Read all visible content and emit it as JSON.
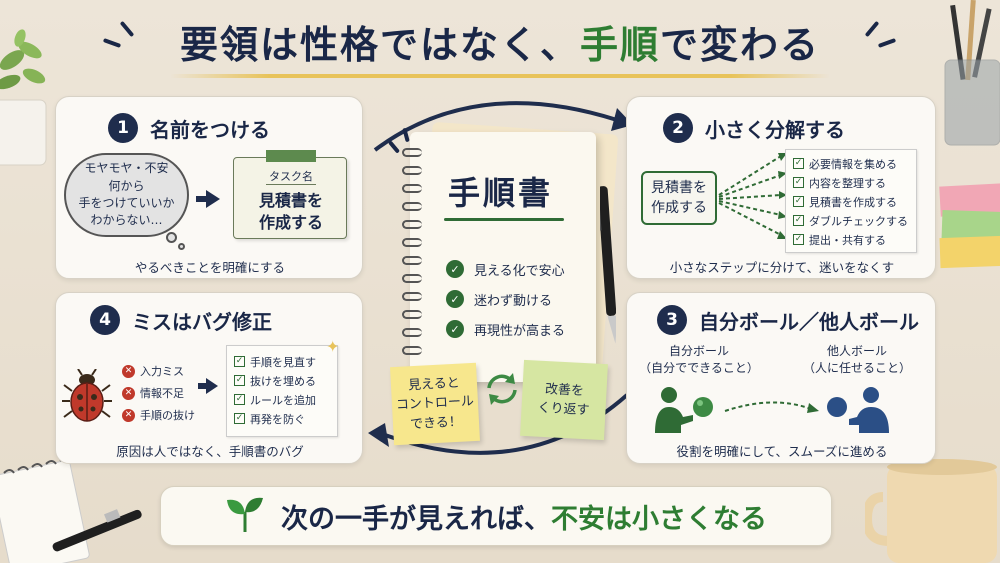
{
  "title": {
    "part1": "要領は性格ではなく、",
    "accent": "手順",
    "part2": "で変わる"
  },
  "step1": {
    "number": "1",
    "heading": "名前をつける",
    "cloud_lines": [
      "モヤモヤ・不安",
      "何から",
      "手をつけていいか",
      "わからない…"
    ],
    "card_tag": "タスク名",
    "card_lines": [
      "見積書を",
      "作成する"
    ],
    "caption": "やるべきことを明確にする"
  },
  "step2": {
    "number": "2",
    "heading": "小さく分解する",
    "box_lines": [
      "見積書を",
      "作成する"
    ],
    "checklist": [
      "必要情報を集める",
      "内容を整理する",
      "見積書を作成する",
      "ダブルチェックする",
      "提出・共有する"
    ],
    "caption": "小さなステップに分けて、迷いをなくす"
  },
  "step3": {
    "number": "3",
    "heading": "自分ボール／他人ボール",
    "self_label": "自分ボール",
    "self_sub": "（自分でできること）",
    "other_label": "他人ボール",
    "other_sub": "（人に任せること）",
    "caption": "役割を明確にして、スムーズに進める"
  },
  "step4": {
    "number": "4",
    "heading": "ミスはバグ修正",
    "causes": [
      "入力ミス",
      "情報不足",
      "手順の抜け"
    ],
    "fixes": [
      "手順を見直す",
      "抜けを埋める",
      "ルールを追加",
      "再発を防ぐ"
    ],
    "caption": "原因は人ではなく、手順書のバグ"
  },
  "notebook": {
    "title": "手順書",
    "items": [
      "見える化で安心",
      "迷わず動ける",
      "再現性が高まる"
    ],
    "sticky_left": [
      "見えると",
      "コントロール",
      "できる！"
    ],
    "sticky_right": [
      "改善を",
      "くり返す"
    ]
  },
  "banner": {
    "part1": "次の一手が見えれば、",
    "accent": "不安は小さくなる"
  },
  "colors": {
    "navy": "#1f2d4d",
    "green": "#2e7d32",
    "gold": "#e8c35a",
    "red": "#c0392b"
  }
}
